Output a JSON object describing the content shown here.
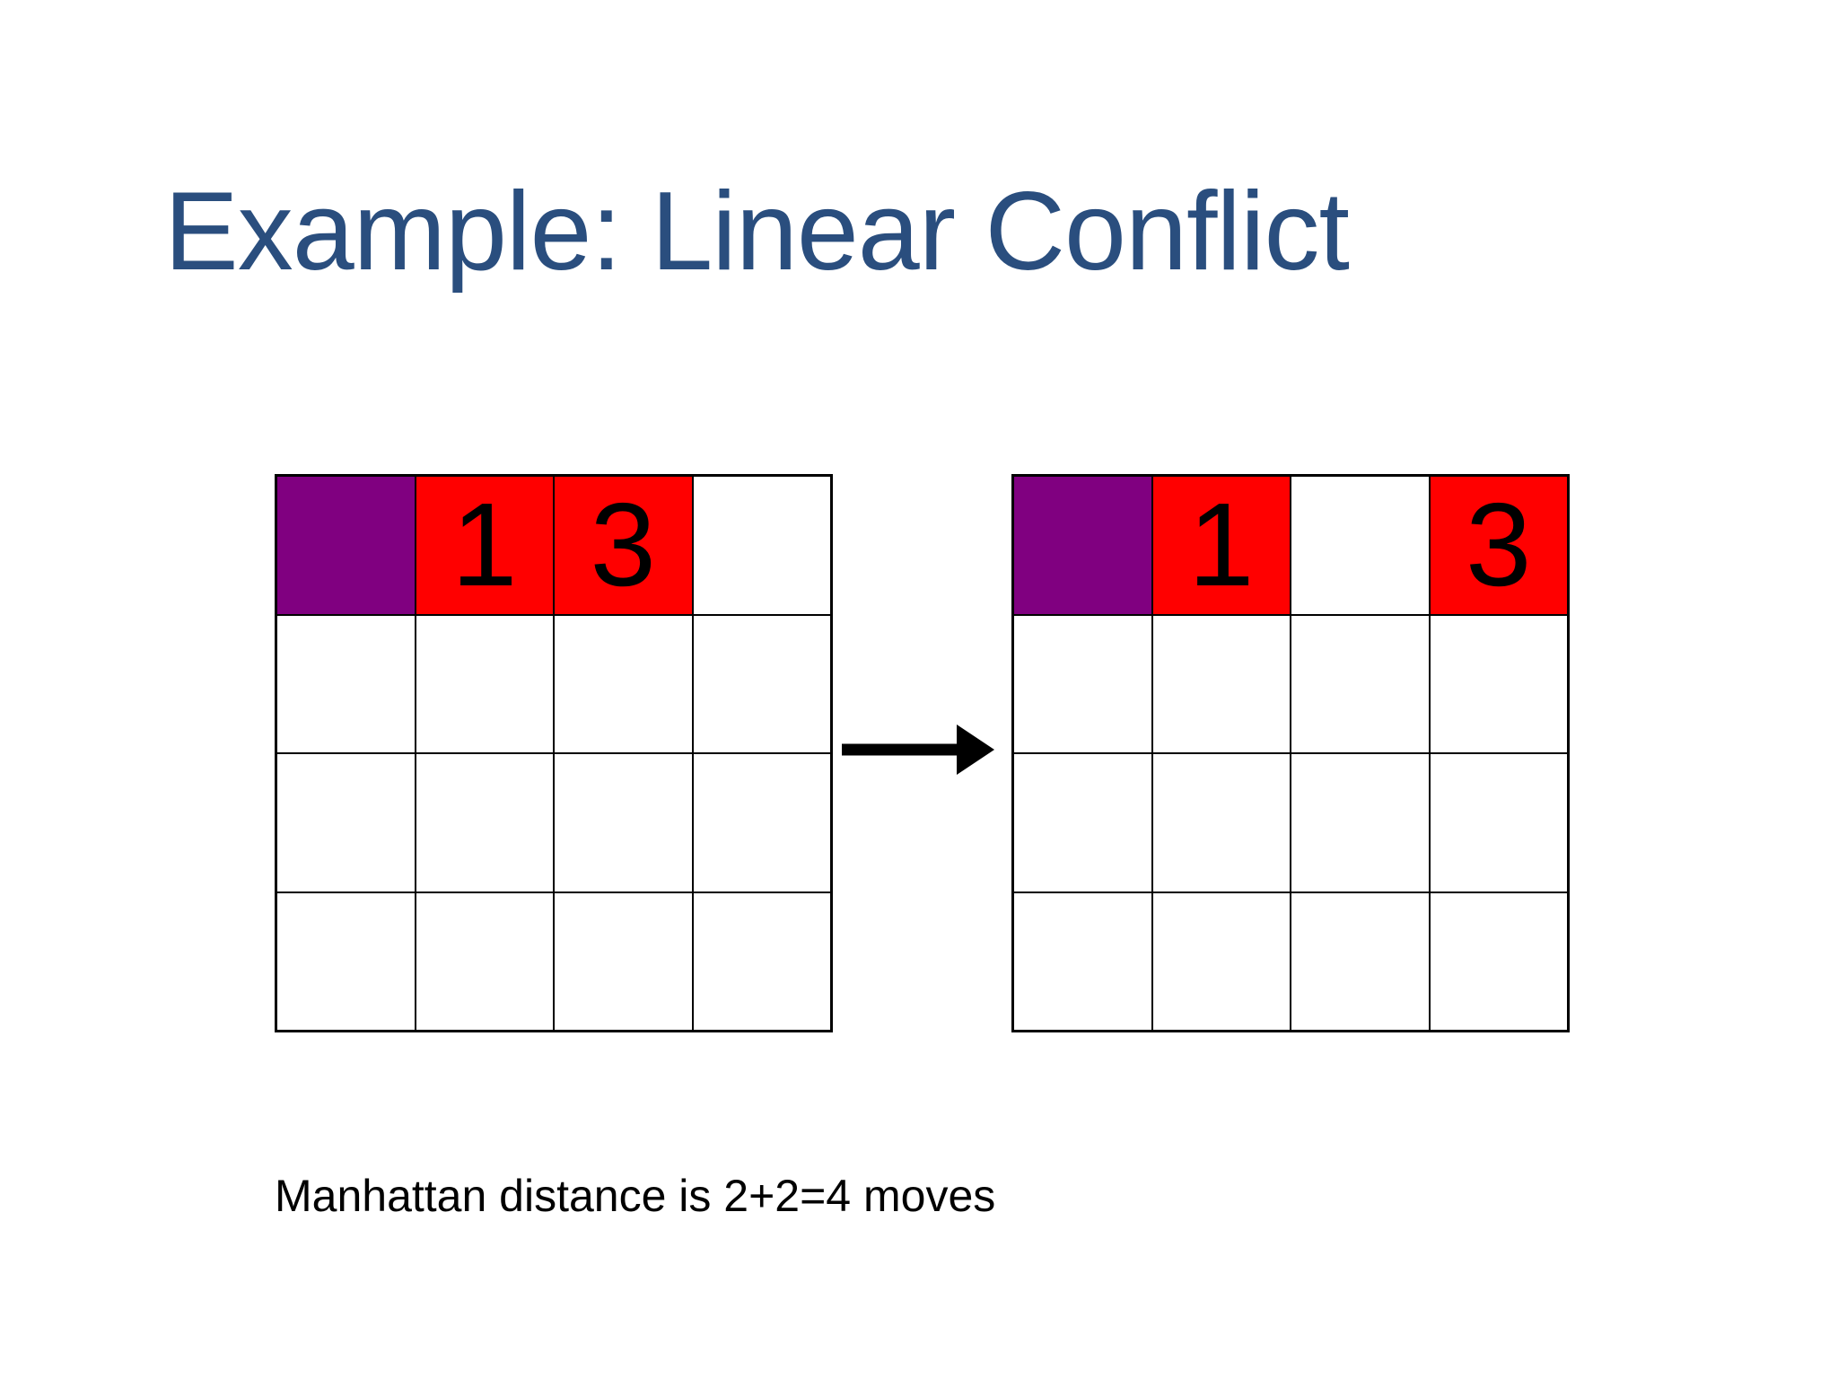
{
  "slide_title": "Example: Linear Conflict",
  "caption": "Manhattan distance is 2+2=4 moves",
  "colors": {
    "title_text": "#2A4E7E",
    "tile_purple": "#800080",
    "tile_red": "#FF0000",
    "tile_white": "#FFFFFF",
    "grid_lines": "#000000",
    "digit_text": "#000000",
    "arrow": "#000000",
    "background": "#FFFFFF"
  },
  "icons": {
    "transition_arrow": "right-arrow"
  },
  "grids": {
    "before": {
      "rows": 4,
      "cols": 4,
      "cells": [
        [
          {
            "color": "purple",
            "label": ""
          },
          {
            "color": "red",
            "label": "1"
          },
          {
            "color": "red",
            "label": "3"
          },
          {
            "color": "white",
            "label": ""
          }
        ],
        [
          {
            "color": "white",
            "label": ""
          },
          {
            "color": "white",
            "label": ""
          },
          {
            "color": "white",
            "label": ""
          },
          {
            "color": "white",
            "label": ""
          }
        ],
        [
          {
            "color": "white",
            "label": ""
          },
          {
            "color": "white",
            "label": ""
          },
          {
            "color": "white",
            "label": ""
          },
          {
            "color": "white",
            "label": ""
          }
        ],
        [
          {
            "color": "white",
            "label": ""
          },
          {
            "color": "white",
            "label": ""
          },
          {
            "color": "white",
            "label": ""
          },
          {
            "color": "white",
            "label": ""
          }
        ]
      ]
    },
    "after": {
      "rows": 4,
      "cols": 4,
      "cells": [
        [
          {
            "color": "purple",
            "label": ""
          },
          {
            "color": "red",
            "label": "1"
          },
          {
            "color": "white",
            "label": ""
          },
          {
            "color": "red",
            "label": "3"
          }
        ],
        [
          {
            "color": "white",
            "label": ""
          },
          {
            "color": "white",
            "label": ""
          },
          {
            "color": "white",
            "label": ""
          },
          {
            "color": "white",
            "label": ""
          }
        ],
        [
          {
            "color": "white",
            "label": ""
          },
          {
            "color": "white",
            "label": ""
          },
          {
            "color": "white",
            "label": ""
          },
          {
            "color": "white",
            "label": ""
          }
        ],
        [
          {
            "color": "white",
            "label": ""
          },
          {
            "color": "white",
            "label": ""
          },
          {
            "color": "white",
            "label": ""
          },
          {
            "color": "white",
            "label": ""
          }
        ]
      ]
    }
  }
}
